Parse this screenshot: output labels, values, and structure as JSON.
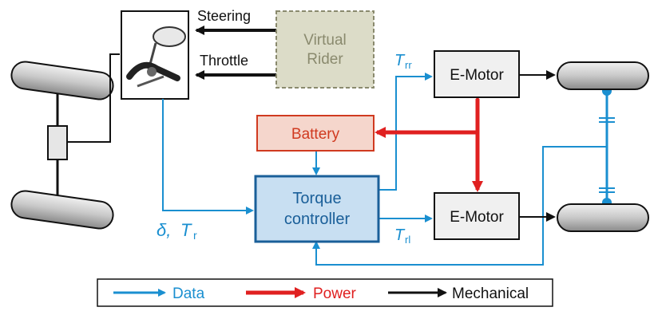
{
  "labels": {
    "steering": "Steering",
    "throttle": "Throttle",
    "virtual_rider_line1": "Virtual",
    "virtual_rider_line2": "Rider",
    "emotor_top": "E-Motor",
    "emotor_bottom": "E-Motor",
    "battery": "Battery",
    "torque_line1": "Torque",
    "torque_line2": "controller",
    "trr_main": "T",
    "trr_sub": "rr",
    "trl_main": "T",
    "trl_sub": "rl",
    "delta_symbol": "δ,",
    "tr_main": "T",
    "tr_sub": "r"
  },
  "legend": {
    "data": "Data",
    "power": "Power",
    "mechanical": "Mechanical"
  },
  "colors": {
    "data": "#1a8fd0",
    "power": "#e02020",
    "mechanical": "#111111",
    "virtual_rider_fill": "#dcdcc8",
    "virtual_rider_text": "#8a8a6e",
    "battery_fill": "#f5d6cc",
    "battery_text": "#d03a20",
    "torque_fill": "#c8dff2",
    "torque_text": "#1a5f99",
    "emotor_fill": "#f0f0f0",
    "wheel_fill": "#dcdcdc"
  }
}
